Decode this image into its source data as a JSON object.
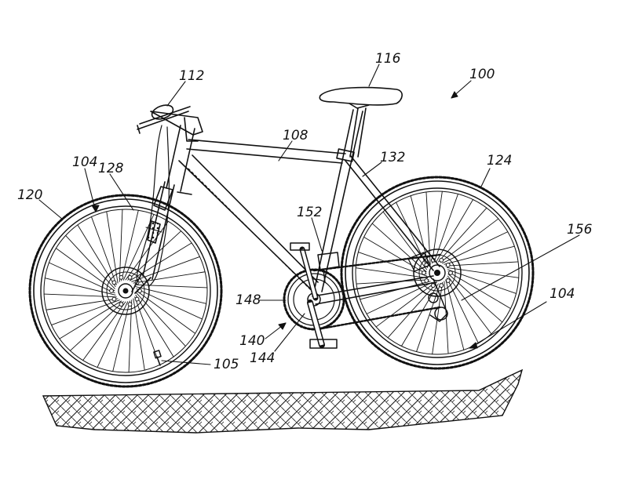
{
  "figure": {
    "ink_color": "#111111",
    "background_color": "#ffffff",
    "ground_pattern": "herringbone-hatch"
  },
  "labels": {
    "overall_bicycle": "100",
    "wheel_104_front": "104",
    "wheel_104_rear": "104",
    "valve": "105",
    "frame": "108",
    "handlebar": "112",
    "saddle": "116",
    "front_wheel": "120",
    "rear_wheel": "124",
    "front_fork": "128",
    "seat_stay": "132",
    "crankset": "140",
    "crank": "144",
    "chainring": "148",
    "front_derailleur": "152",
    "rear_derailleur": "156"
  }
}
